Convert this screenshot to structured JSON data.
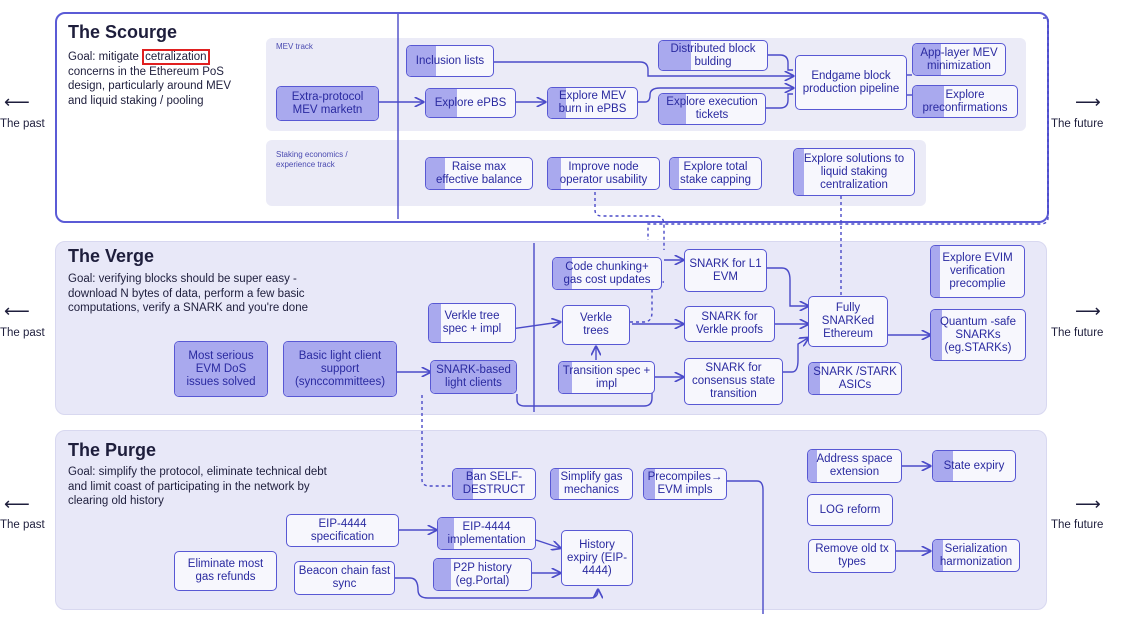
{
  "edges": {
    "past": "The past",
    "future": "The future"
  },
  "scourge": {
    "title": "The Scourge",
    "goal_prefix": "Goal: mitigate ",
    "goal_highlight": "cetralization",
    "goal_rest": "concerns in the Ethereum PoS design, particularly around MEV and liquid staking / pooling",
    "mev_track": "MEV track",
    "staking_track": "Staking economics / experience track",
    "nodes": {
      "inclusion_lists": "Inclusion lists",
      "distributed_block_building": "Distributed block bulding",
      "endgame_pipeline": "Endgame block production pipeline",
      "app_layer_mev": "App-layer MEV minimization",
      "extra_protocol_mev": "Extra-protocol MEV marketn",
      "explore_epbs": "Explore ePBS",
      "explore_mev_burn": "Explore MEV burn in ePBS",
      "explore_execution_tickets": "Explore execution tickets",
      "explore_preconfirmations": "Explore preconfirmations",
      "raise_max_balance": "Raise max effective balance",
      "improve_node_usability": "Improve node operator usability",
      "explore_stake_capping": "Explore total stake capping",
      "liquid_staking_solutions": "Explore solutions to liquid staking centralization"
    }
  },
  "verge": {
    "title": "The Verge",
    "goal": "Goal: verifying blocks should be super easy - download N bytes of data, perform a few basic computations, verify a SNARK and you're done",
    "nodes": {
      "code_chunking": "Code chunking+ gas cost updates",
      "snark_l1_evm": "SNARK for L1 EVM",
      "explore_evim": "Explore EVIM verification precomplie",
      "verkle_spec": "Verkle tree spec + impl",
      "verkle_trees": "Verkle trees",
      "snark_verkle": "SNARK for Verkle proofs",
      "fully_snarked": "Fully SNARKed Ethereum",
      "quantum_safe": "Quantum -safe SNARKs (eg.STARKs)",
      "evm_dos": "Most serious EVM DoS issues solved",
      "light_client_support": "Basic light client support (synccommittees)",
      "snark_light_clients": "SNARK-based light clients",
      "transition_spec": "Transition spec + impl",
      "snark_consensus": "SNARK for consensus state transition",
      "snark_asics": "SNARK /STARK ASICs"
    }
  },
  "purge": {
    "title": "The Purge",
    "goal": "Goal: simplify the protocol, eliminate technical debt and limit coast of participating in the network by clearing old history",
    "nodes": {
      "ban_selfdestruct": "Ban SELF- DESTRUCT",
      "simplify_gas": "Simplify gas mechanics",
      "precompiles": "Precompiles→ EVM impls",
      "address_space": "Address space extension",
      "state_expiry": "State expiry",
      "log_reform": "LOG reform",
      "eip4444_spec": "EIP-4444 specification",
      "eip4444_impl": "EIP-4444 implementation",
      "history_expiry": "History expiry (EIP-4444)",
      "eliminate_refunds": "Eliminate most gas refunds",
      "beacon_sync": "Beacon chain fast sync",
      "p2p_history": "P2P history (eg.Portal)",
      "remove_tx_types": "Remove old tx types",
      "serialization": "Serialization harmonization"
    }
  }
}
